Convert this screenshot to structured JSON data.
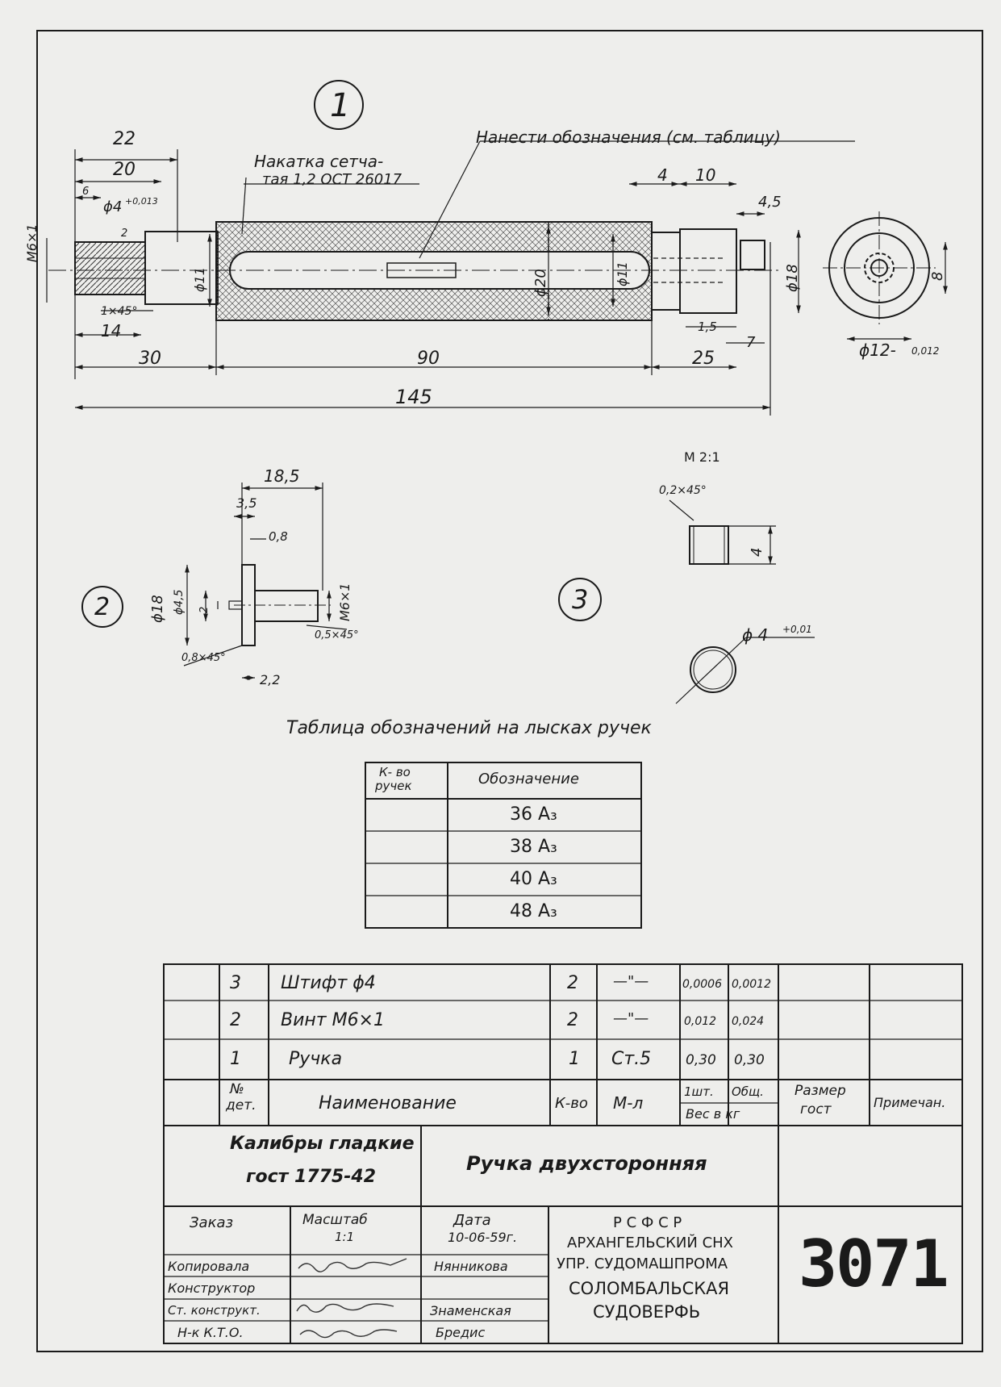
{
  "view_labels": {
    "view1": "1",
    "view2": "2",
    "view3": "3"
  },
  "view1": {
    "note_marking": "Нанести обозначения (см. таблицу)",
    "note_knurl_line1": "Накатка сетча-",
    "note_knurl_line2": "тая   1,2 ОСТ 26017",
    "dims": {
      "d22": "22",
      "d20": "20",
      "d6": "6",
      "d2": "2",
      "phi4": "ϕ4",
      "phi4_tol": "+0,013",
      "m6x1": "M6×1",
      "phi11a": "ϕ11",
      "chamfer": "1×45°",
      "d14": "14",
      "d30": "30",
      "d90": "90",
      "d145": "145",
      "phi20": "ϕ20",
      "phi11b": "ϕ11",
      "d4": "4",
      "d10": "10",
      "d4_5": "4,5",
      "phi18": "ϕ18",
      "d1_5": "1,5",
      "d7": "7",
      "d25": "25",
      "d8": "8",
      "phi12": "ϕ12-",
      "phi12_tol": "0,012"
    }
  },
  "view2": {
    "dims": {
      "d18_5": "18,5",
      "d3_5": "3,5",
      "d0_8": "0,8",
      "phi18": "ϕ18",
      "phi4_5": "ϕ4,5",
      "d2": "2",
      "m6x1": "M6×1",
      "ch05": "0,5×45°",
      "ch08": "0,8×45°",
      "d2_2": "2,2"
    }
  },
  "view3": {
    "scale": "M 2:1",
    "chamfer": "0,2×45°",
    "d4": "4",
    "phi4": "ϕ 4",
    "phi4_tol": "+0,01"
  },
  "marking_table": {
    "title": "Таблица обозначений на лысках ручек",
    "headers": [
      "К-во ручек",
      "Обозначение"
    ],
    "header_qty_line1": "К- во",
    "header_qty_line2": "ручек",
    "rows": [
      {
        "qty": "",
        "designation": "36 А₃"
      },
      {
        "qty": "",
        "designation": "38 А₃"
      },
      {
        "qty": "",
        "designation": "40 А₃"
      },
      {
        "qty": "",
        "designation": "48 А₃"
      }
    ]
  },
  "parts_list": {
    "rows": [
      {
        "no": "3",
        "name": "Штифт  ϕ4",
        "qty": "2",
        "material": "—\"—",
        "w1": "0,0006",
        "wt": "0,0012"
      },
      {
        "no": "2",
        "name": "Винт  М6×1",
        "qty": "2",
        "material": "—\"—",
        "w1": "0,012",
        "wt": "0,024"
      },
      {
        "no": "1",
        "name": "Ручка",
        "qty": "1",
        "material": "Ст.5",
        "w1": "0,30",
        "wt": "0,30"
      }
    ],
    "header": {
      "no_line1": "№",
      "no_line2": "дет.",
      "name": "Наименование",
      "qty": "К-во",
      "material": "М-л",
      "w1": "1шт.",
      "wt": "Общ.",
      "weight": "Вес  в кг",
      "size_line1": "Размер",
      "size_line2": "гост",
      "note": "Примечан."
    }
  },
  "title_block": {
    "group_line1": "Калибры гладкие",
    "group_line2": "гост  1775-42",
    "name": "Ручка двухсторонняя",
    "order_label": "Заказ",
    "scale_label": "Масштаб",
    "scale_value": "1:1",
    "date_label": "Дата",
    "date_value": "10-06-59г.",
    "roles": [
      {
        "role": "Копировала",
        "person": "Нянникова"
      },
      {
        "role": "Конструктор",
        "person": ""
      },
      {
        "role": "Ст. конструкт.",
        "person": "Знаменская"
      },
      {
        "role": "Н-к  К.Т.О.",
        "person": "Бредис"
      }
    ],
    "org_line1": "Р С Ф С Р",
    "org_line2": "АРХАНГЕЛЬСКИЙ СНХ",
    "org_line3": "УПР. СУДОМАШПРОМА",
    "org_line4": "СОЛОМБАЛЬСКАЯ",
    "org_line5": "СУДОВЕРФЬ",
    "doc_number": "3071"
  }
}
